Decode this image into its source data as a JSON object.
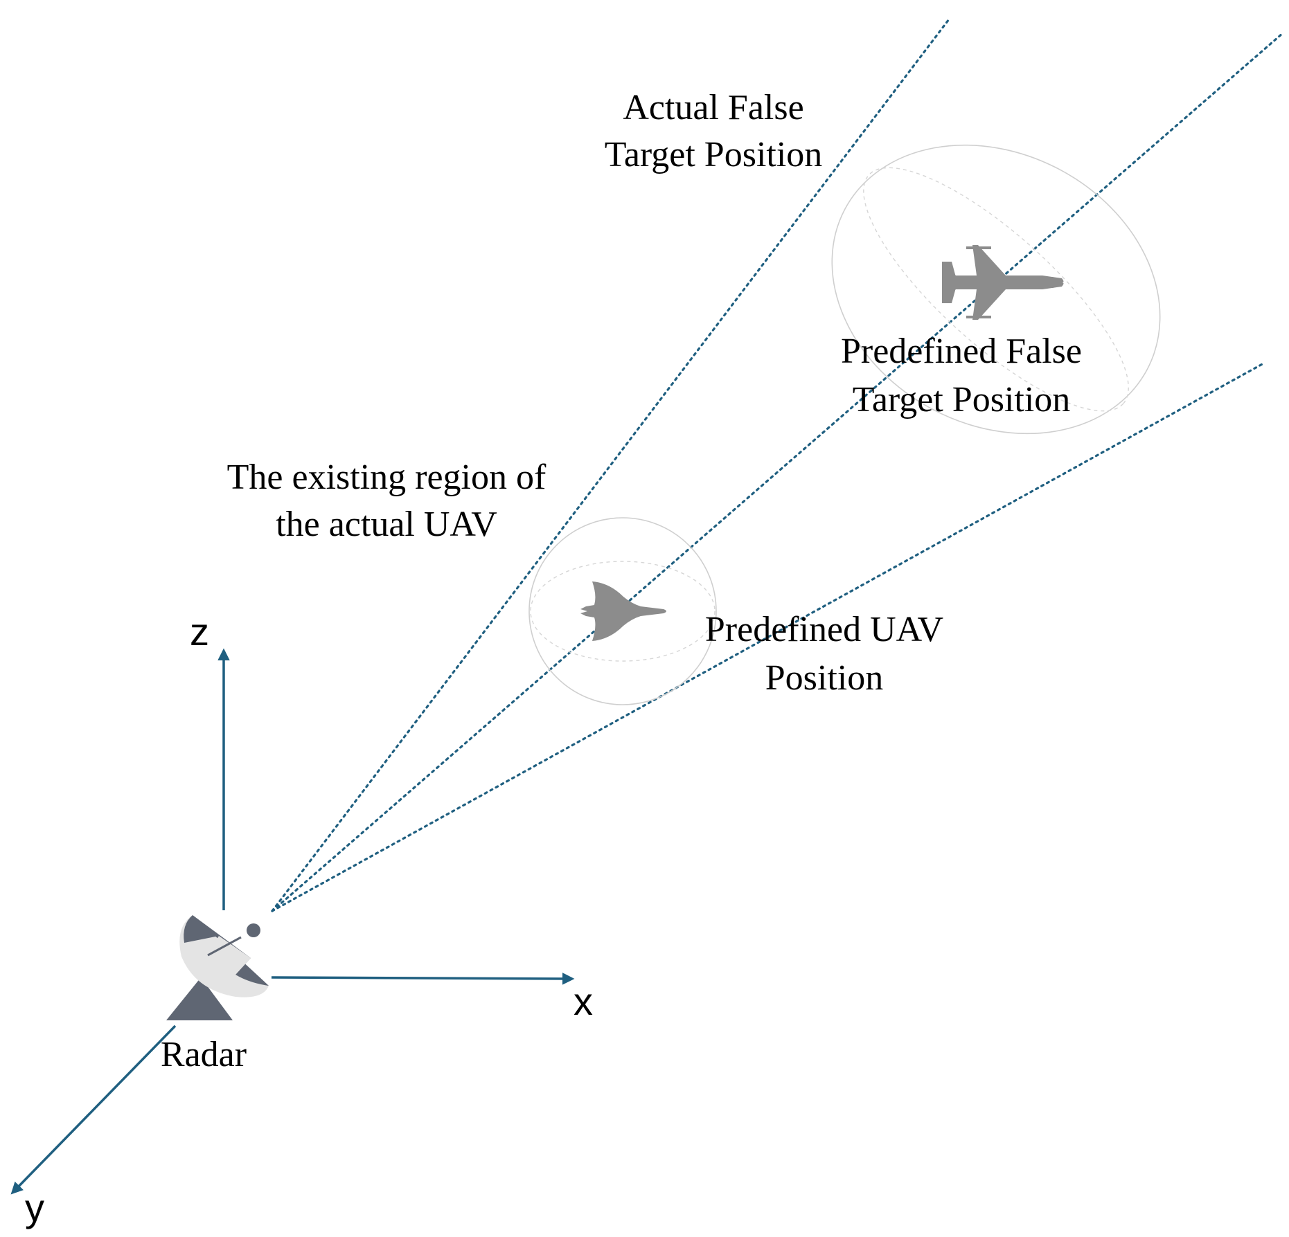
{
  "labels": {
    "actual_false_target_line1": "Actual False",
    "actual_false_target_line2": "Target Position",
    "predefined_false_target_line1": "Predefined False",
    "predefined_false_target_line2": "Target Position",
    "existing_region_line1": "The existing region of",
    "existing_region_line2": "the actual UAV",
    "predefined_uav_line1": "Predefined UAV",
    "predefined_uav_line2": "Position",
    "radar": "Radar"
  },
  "axes": {
    "x": "x",
    "y": "y",
    "z": "z"
  },
  "icons": {
    "radar": "radar-dish-icon",
    "fighter_jet": "fighter-jet-icon",
    "uav": "uav-icon"
  },
  "colors": {
    "axis": "#1f5f80",
    "beam": "#1f5f80",
    "icon_gray": "#8c8c8c",
    "radar_dark": "#5f6673",
    "radar_light": "#e4e4e4"
  }
}
